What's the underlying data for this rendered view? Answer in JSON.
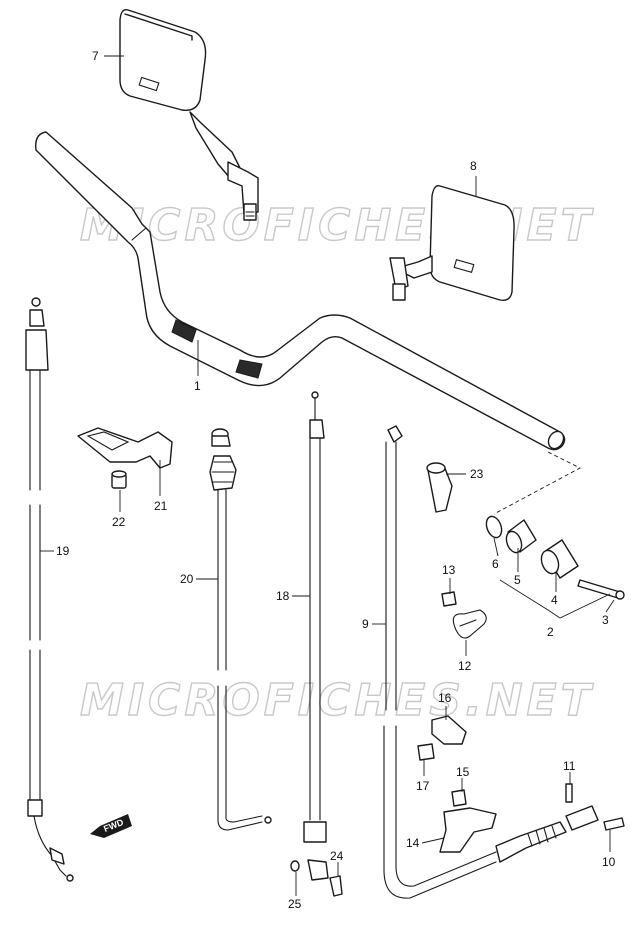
{
  "watermark": {
    "text": "MICROFICHES.NET"
  },
  "fwd_badge": {
    "text": "FWD"
  },
  "callouts": [
    {
      "id": "c1",
      "text": "1"
    },
    {
      "id": "c2",
      "text": "2"
    },
    {
      "id": "c3",
      "text": "3"
    },
    {
      "id": "c4",
      "text": "4"
    },
    {
      "id": "c5",
      "text": "5"
    },
    {
      "id": "c6",
      "text": "6"
    },
    {
      "id": "c7",
      "text": "7"
    },
    {
      "id": "c8",
      "text": "8"
    },
    {
      "id": "c9",
      "text": "9"
    },
    {
      "id": "c10",
      "text": "10"
    },
    {
      "id": "c11",
      "text": "11"
    },
    {
      "id": "c12",
      "text": "12"
    },
    {
      "id": "c13",
      "text": "13"
    },
    {
      "id": "c14",
      "text": "14"
    },
    {
      "id": "c15",
      "text": "15"
    },
    {
      "id": "c16",
      "text": "16"
    },
    {
      "id": "c17",
      "text": "17"
    },
    {
      "id": "c18",
      "text": "18"
    },
    {
      "id": "c19",
      "text": "19"
    },
    {
      "id": "c20",
      "text": "20"
    },
    {
      "id": "c21",
      "text": "21"
    },
    {
      "id": "c22",
      "text": "22"
    },
    {
      "id": "c23",
      "text": "23"
    },
    {
      "id": "c24",
      "text": "24"
    },
    {
      "id": "c25",
      "text": "25"
    }
  ],
  "colors": {
    "line": "#1a1a1a",
    "background": "#ffffff",
    "watermark": "#c9c9c9"
  }
}
